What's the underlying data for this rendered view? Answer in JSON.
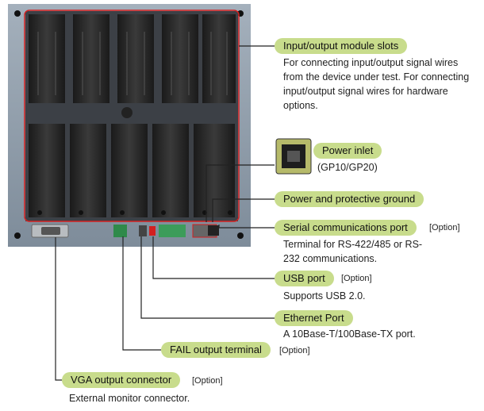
{
  "callouts": {
    "io_slots": {
      "label": "Input/output module slots",
      "description": "For connecting input/output signal wires from the device under test.  For connecting input/output signal wires for hardware options."
    },
    "power_inlet": {
      "label": "Power inlet",
      "description": "(GP10/GP20)"
    },
    "power_ground": {
      "label": "Power and protective ground"
    },
    "serial_port": {
      "label": "Serial communications port",
      "option": "[Option]",
      "description": "Terminal for RS-422/485 or RS-232 communications."
    },
    "usb_port": {
      "label": "USB port",
      "option": "[Option]",
      "description": "Supports USB 2.0."
    },
    "ethernet_port": {
      "label": "Ethernet Port",
      "description": "A 10Base-T/100Base-TX port."
    },
    "fail_output": {
      "label": "FAIL output terminal",
      "option": "[Option]"
    },
    "vga_output": {
      "label": "VGA output connector",
      "option": "[Option]",
      "description": "External monitor connector."
    }
  },
  "colors": {
    "pill_bg": "#c8dc8c",
    "highlight_red": "#d32020",
    "panel": "#8c9aa8"
  }
}
